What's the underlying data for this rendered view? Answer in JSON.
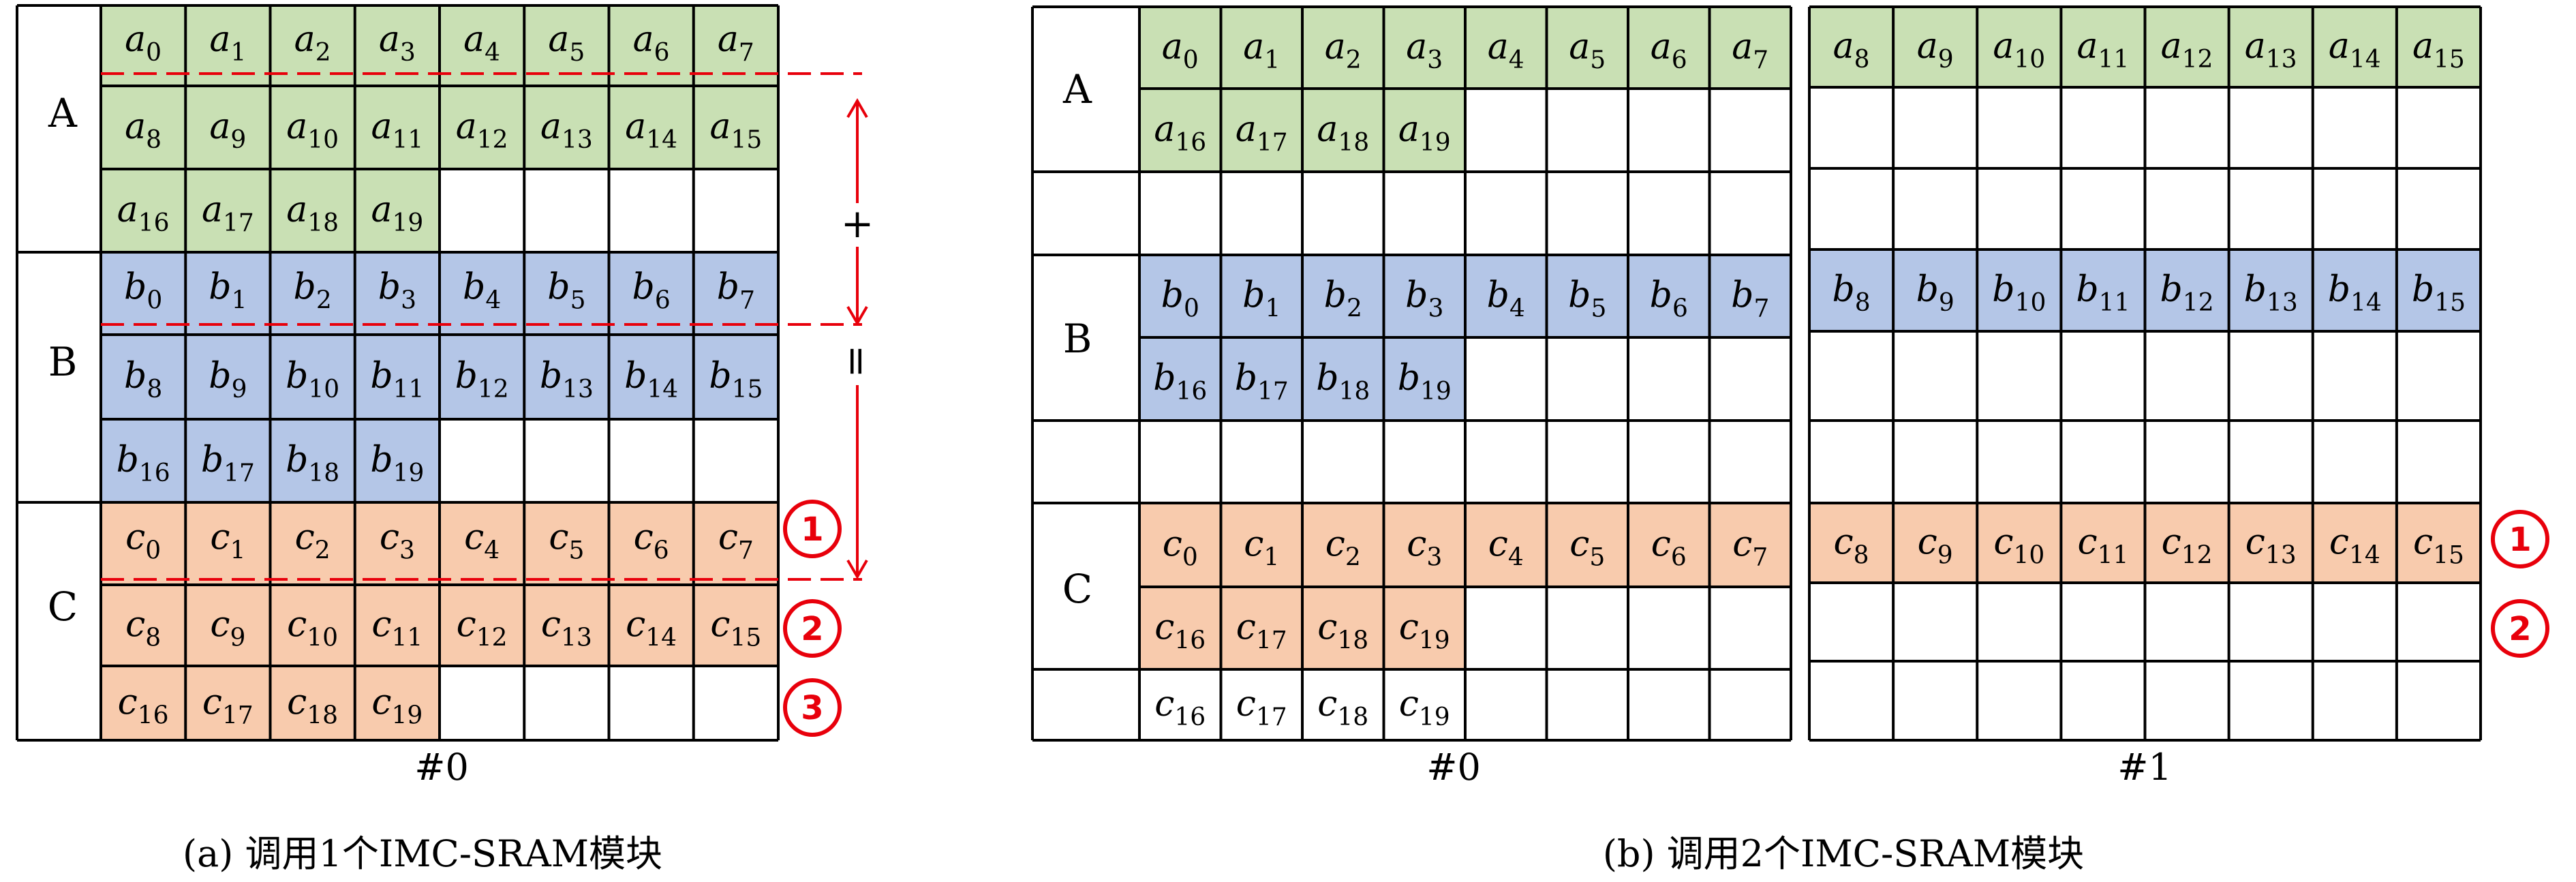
{
  "figure": {
    "panel_a": {
      "caption": "(a) 调用1个IMC-SRAM模块",
      "module_label": "#0",
      "block_labels": [
        "A",
        "B",
        "C"
      ],
      "row_markers": [
        "1",
        "2",
        "3"
      ],
      "op_plus": "+",
      "op_equals": "="
    },
    "panel_b": {
      "caption": "(b) 调用2个IMC-SRAM模块",
      "module_labels": [
        "#0",
        "#1"
      ],
      "block_labels": [
        "A",
        "B",
        "C"
      ],
      "row_markers": [
        "1",
        "2"
      ]
    }
  },
  "colors": {
    "a_fill": "#C9E0B4",
    "b_fill": "#B4C6E7",
    "c_fill": "#F8CBAD",
    "grid": "#000000",
    "marker": "#E8000B"
  },
  "cell_values": {
    "a": [
      "a",
      "0",
      "1",
      "2",
      "3",
      "4",
      "5",
      "6",
      "7",
      "8",
      "9",
      "10",
      "11",
      "12",
      "13",
      "14",
      "15",
      "16",
      "17",
      "18",
      "19"
    ],
    "b": [
      "b",
      "0",
      "1",
      "2",
      "3",
      "4",
      "5",
      "6",
      "7",
      "8",
      "9",
      "10",
      "11",
      "12",
      "13",
      "14",
      "15",
      "16",
      "17",
      "18",
      "19"
    ],
    "c": [
      "c",
      "0",
      "1",
      "2",
      "3",
      "4",
      "5",
      "6",
      "7",
      "8",
      "9",
      "10",
      "11",
      "12",
      "13",
      "14",
      "15",
      "16",
      "17",
      "18",
      "19"
    ]
  }
}
